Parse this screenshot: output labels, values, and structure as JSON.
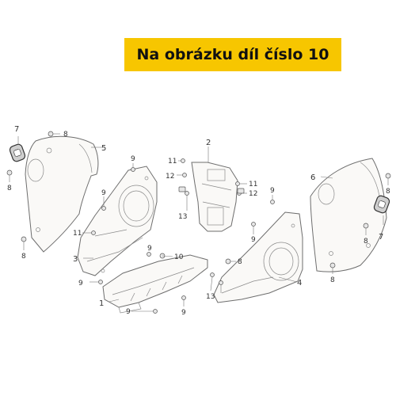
{
  "banner": {
    "text": "Na obrázku díl číslo 10",
    "color": "#f7c600"
  },
  "callouts": {
    "c1": "1",
    "c2": "2",
    "c3": "3",
    "c4": "4",
    "c5": "5",
    "c6": "6",
    "c7a": "7",
    "c7b": "7",
    "c8a": "8",
    "c8b": "8",
    "c8c": "8",
    "c8d": "8",
    "c8e": "8",
    "c8f": "8",
    "c8g": "8",
    "c9a": "9",
    "c9b": "9",
    "c9c": "9",
    "c9d": "9",
    "c9e": "9",
    "c9f": "9",
    "c9g": "9",
    "c9h": "9",
    "c10": "10",
    "c11a": "11",
    "c11b": "11",
    "c11c": "11",
    "c12a": "12",
    "c12b": "12",
    "c13a": "13",
    "c13b": "13"
  },
  "icons": [
    "bolt-icon",
    "grommet-icon",
    "clip-icon"
  ]
}
